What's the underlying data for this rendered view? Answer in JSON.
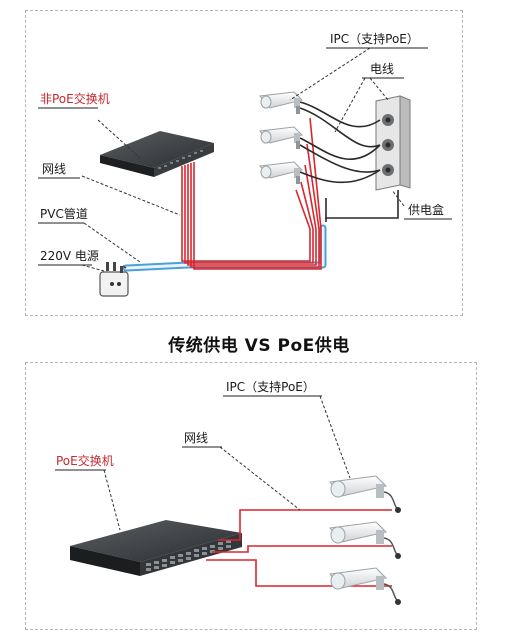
{
  "top_diagram": {
    "ipc_label": "IPC（支持PoE）",
    "power_wire_label": "电线",
    "switch_label": "非PoE交换机",
    "network_cable_label": "网线",
    "pvc_label": "PVC管道",
    "power_source_label": "220V 电源",
    "power_box_label": "供电盒"
  },
  "caption": "传统供电 VS PoE供电",
  "bottom_diagram": {
    "ipc_label": "IPC（支持PoE）",
    "network_cable_label": "网线",
    "switch_label": "PoE交换机"
  },
  "colors": {
    "cable_red": "#d9272e",
    "pvc_blue": "#4aa0d8",
    "label_red": "#c8272c"
  }
}
